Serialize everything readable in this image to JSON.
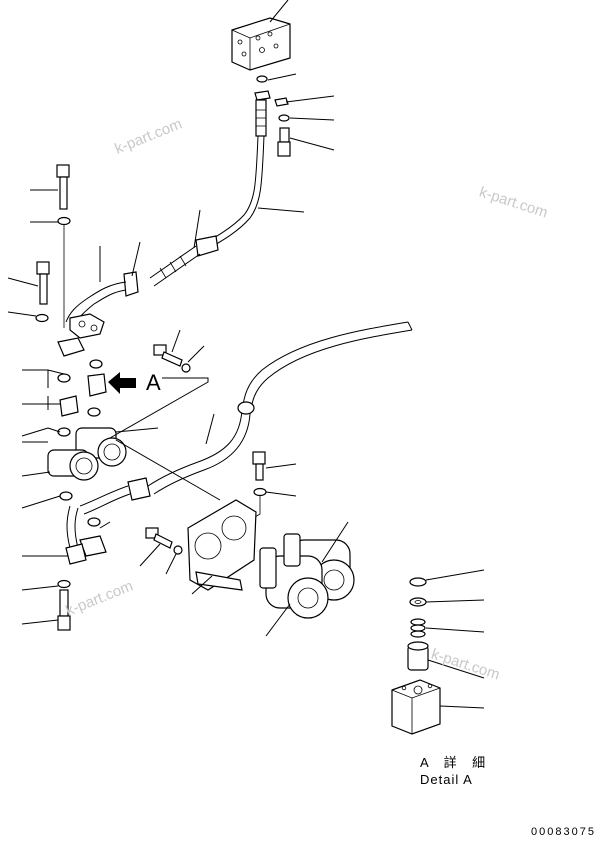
{
  "watermark": "k-part.com",
  "callout_label": "A",
  "detail_caption_ja": "A 詳 細",
  "detail_caption_en": "Detail A",
  "drawing_number": "00083075"
}
